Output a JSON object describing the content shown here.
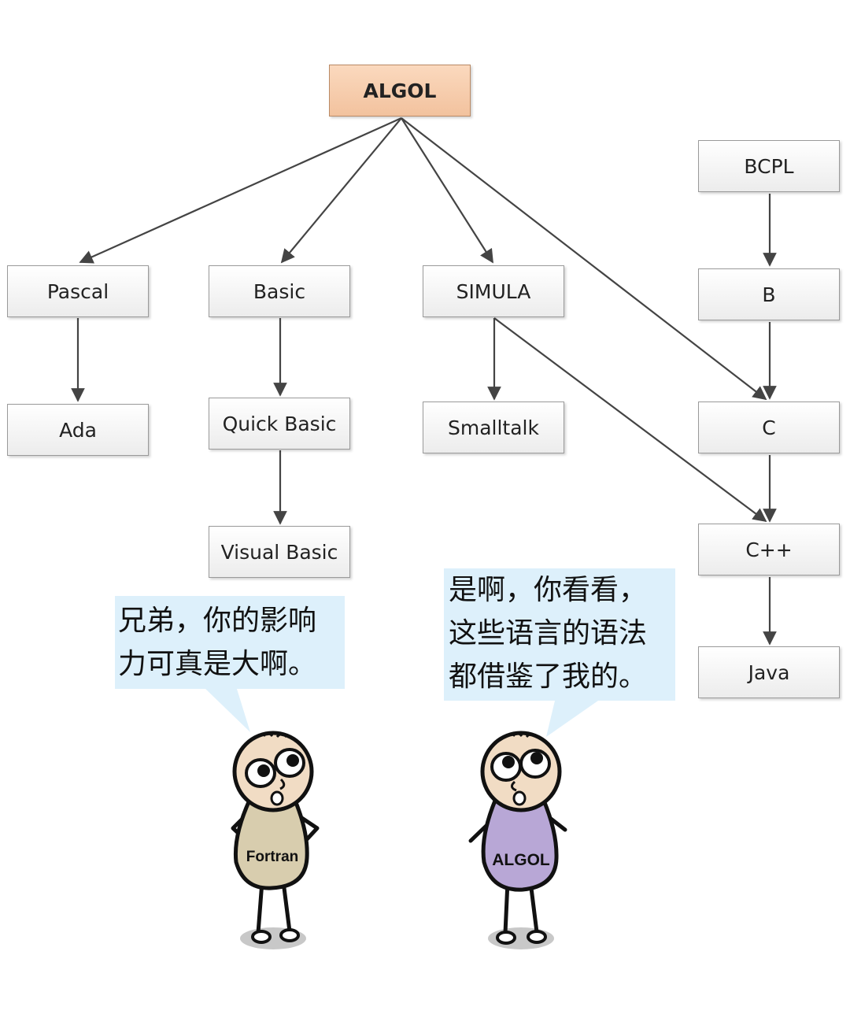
{
  "nodes": {
    "algol": "ALGOL",
    "pascal": "Pascal",
    "basic": "Basic",
    "simula": "SIMULA",
    "bcpl": "BCPL",
    "b": "B",
    "ada": "Ada",
    "quick_basic": "Quick Basic",
    "smalltalk": "Smalltalk",
    "c": "C",
    "visual_basic": "Visual Basic",
    "cpp": "C++",
    "java": "Java"
  },
  "edges": [
    [
      "ALGOL",
      "Pascal"
    ],
    [
      "ALGOL",
      "Basic"
    ],
    [
      "ALGOL",
      "SIMULA"
    ],
    [
      "ALGOL",
      "C"
    ],
    [
      "BCPL",
      "B"
    ],
    [
      "B",
      "C"
    ],
    [
      "Pascal",
      "Ada"
    ],
    [
      "Basic",
      "Quick Basic"
    ],
    [
      "Quick Basic",
      "Visual Basic"
    ],
    [
      "SIMULA",
      "Smalltalk"
    ],
    [
      "SIMULA",
      "C++"
    ],
    [
      "C",
      "C++"
    ],
    [
      "C++",
      "Java"
    ]
  ],
  "bubbles": {
    "left": {
      "line1": "兄弟，你的影响",
      "line2": "力可真是大啊。"
    },
    "right": {
      "line1": "是啊，你看看，",
      "line2": "这些语言的语法",
      "line3": "都借鉴了我的。"
    }
  },
  "characters": {
    "left": {
      "label": "Fortran",
      "color": "#d8cdae"
    },
    "right": {
      "label": "ALGOL",
      "color": "#b8a7d6"
    }
  },
  "colors": {
    "root_fill": "#f5caa8",
    "node_fill": "#f2f2f2",
    "bubble_fill": "#ddf0fb",
    "arrow": "#444444"
  }
}
